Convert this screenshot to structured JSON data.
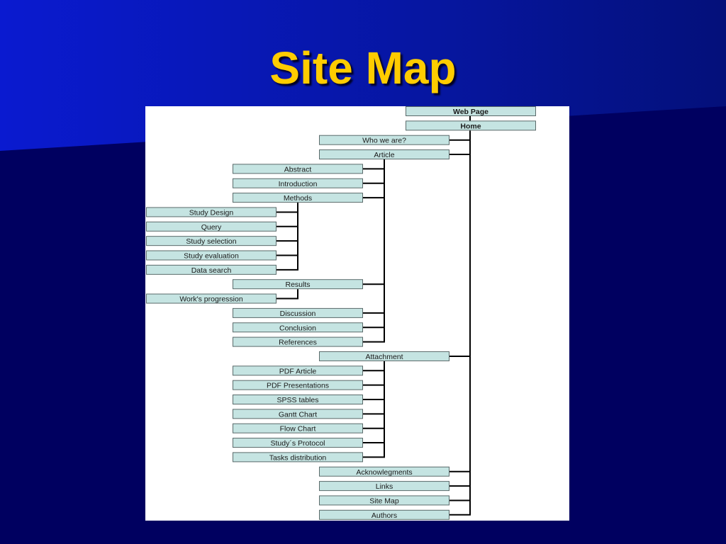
{
  "slide": {
    "title": "Site Map",
    "background_color": "#000060",
    "accent_color": "#0a1ad0",
    "title_color": "#ffcc00"
  },
  "sitemap": {
    "node_fill": "#c5e4e2",
    "nodes": [
      {
        "id": "web-page",
        "label": "Web Page",
        "level": 0,
        "parent": null
      },
      {
        "id": "home",
        "label": "Home",
        "level": 0,
        "parent": "web-page"
      },
      {
        "id": "who-we-are",
        "label": "Who we are?",
        "level": 1,
        "parent": "home"
      },
      {
        "id": "article",
        "label": "Article",
        "level": 1,
        "parent": "home"
      },
      {
        "id": "abstract",
        "label": "Abstract",
        "level": 2,
        "parent": "article"
      },
      {
        "id": "introduction",
        "label": "Introduction",
        "level": 2,
        "parent": "article"
      },
      {
        "id": "methods",
        "label": "Methods",
        "level": 2,
        "parent": "article"
      },
      {
        "id": "study-design",
        "label": "Study Design",
        "level": 3,
        "parent": "methods"
      },
      {
        "id": "query",
        "label": "Query",
        "level": 3,
        "parent": "methods"
      },
      {
        "id": "study-selection",
        "label": "Study selection",
        "level": 3,
        "parent": "methods"
      },
      {
        "id": "study-evaluation",
        "label": "Study evaluation",
        "level": 3,
        "parent": "methods"
      },
      {
        "id": "data-search",
        "label": "Data search",
        "level": 3,
        "parent": "methods"
      },
      {
        "id": "results",
        "label": "Results",
        "level": 2,
        "parent": "article"
      },
      {
        "id": "works-progression",
        "label": "Work's progression",
        "level": 3,
        "parent": "results"
      },
      {
        "id": "discussion",
        "label": "Discussion",
        "level": 2,
        "parent": "article"
      },
      {
        "id": "conclusion",
        "label": "Conclusion",
        "level": 2,
        "parent": "article"
      },
      {
        "id": "references",
        "label": "References",
        "level": 2,
        "parent": "article"
      },
      {
        "id": "attachment",
        "label": "Attachment",
        "level": 1,
        "parent": "home"
      },
      {
        "id": "pdf-article",
        "label": "PDF Article",
        "level": 2,
        "parent": "attachment"
      },
      {
        "id": "pdf-presentations",
        "label": "PDF Presentations",
        "level": 2,
        "parent": "attachment"
      },
      {
        "id": "spss-tables",
        "label": "SPSS tables",
        "level": 2,
        "parent": "attachment"
      },
      {
        "id": "gantt-chart",
        "label": "Gantt Chart",
        "level": 2,
        "parent": "attachment"
      },
      {
        "id": "flow-chart",
        "label": "Flow Chart",
        "level": 2,
        "parent": "attachment"
      },
      {
        "id": "studys-protocol",
        "label": "Study´s Protocol",
        "level": 2,
        "parent": "attachment"
      },
      {
        "id": "tasks-distribution",
        "label": "Tasks distribution",
        "level": 2,
        "parent": "attachment"
      },
      {
        "id": "acknowlegments",
        "label": "Acknowlegments",
        "level": 1,
        "parent": "home"
      },
      {
        "id": "links",
        "label": "Links",
        "level": 1,
        "parent": "home"
      },
      {
        "id": "site-map",
        "label": "Site Map",
        "level": 1,
        "parent": "home"
      },
      {
        "id": "authors",
        "label": "Authors",
        "level": 1,
        "parent": "home"
      }
    ]
  }
}
